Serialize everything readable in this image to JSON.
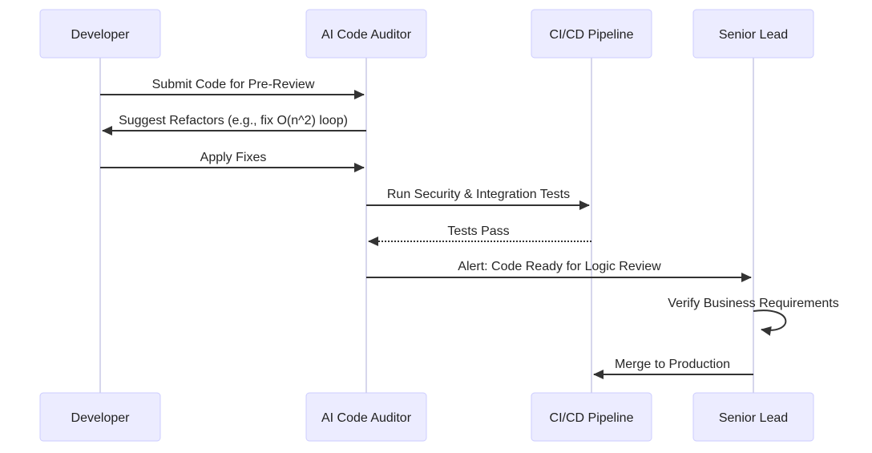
{
  "diagram": {
    "type": "sequence-diagram",
    "participants": [
      {
        "name": "Developer"
      },
      {
        "name": "AI Code Auditor"
      },
      {
        "name": "CI/CD Pipeline"
      },
      {
        "name": "Senior Lead"
      }
    ],
    "messages": [
      {
        "from": "Developer",
        "to": "AI Code Auditor",
        "label": "Submit Code for Pre-Review",
        "line": "solid",
        "direction": "right"
      },
      {
        "from": "AI Code Auditor",
        "to": "Developer",
        "label": "Suggest Refactors (e.g., fix O(n^2) loop)",
        "line": "solid",
        "direction": "left"
      },
      {
        "from": "Developer",
        "to": "AI Code Auditor",
        "label": "Apply Fixes",
        "line": "solid",
        "direction": "right"
      },
      {
        "from": "AI Code Auditor",
        "to": "CI/CD Pipeline",
        "label": "Run Security & Integration Tests",
        "line": "solid",
        "direction": "right"
      },
      {
        "from": "CI/CD Pipeline",
        "to": "AI Code Auditor",
        "label": "Tests Pass",
        "line": "dotted",
        "direction": "left"
      },
      {
        "from": "AI Code Auditor",
        "to": "Senior Lead",
        "label": "Alert: Code Ready for Logic Review",
        "line": "solid",
        "direction": "right"
      },
      {
        "from": "Senior Lead",
        "to": "Senior Lead",
        "label": "Verify Business Requirements",
        "line": "solid",
        "direction": "self"
      },
      {
        "from": "Senior Lead",
        "to": "CI/CD Pipeline",
        "label": "Merge to Production",
        "line": "solid",
        "direction": "left"
      }
    ],
    "colors": {
      "actor_fill": "#ECECFF",
      "actor_border": "#CCCCFF",
      "lifeline": "#C9C9E6",
      "arrow": "#333333",
      "text": "#262626",
      "background": "#FFFFFF"
    }
  }
}
